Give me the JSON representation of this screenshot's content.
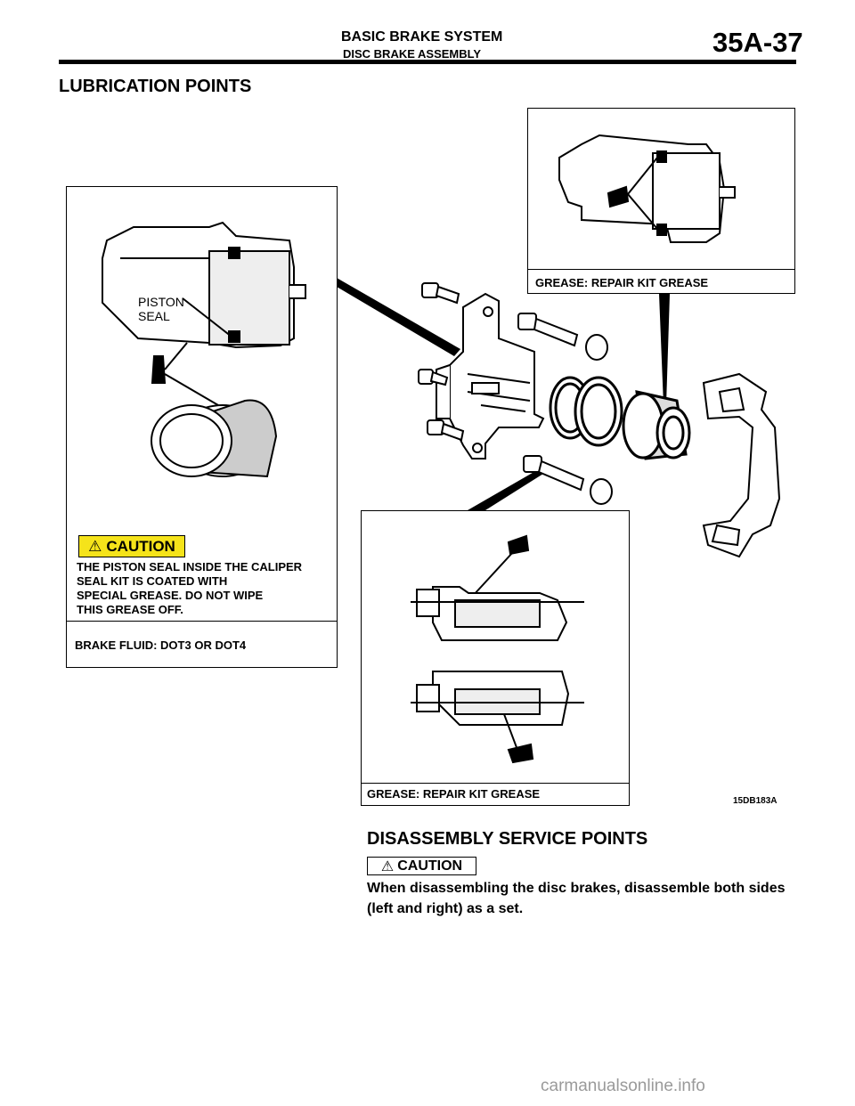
{
  "header": {
    "title": "BASIC BRAKE SYSTEM",
    "subtitle": "DISC BRAKE ASSEMBLY",
    "page_number": "35A-37"
  },
  "lubrication": {
    "heading": "LUBRICATION POINTS",
    "top_right_box_label": "GREASE: REPAIR KIT GREASE",
    "left_box": {
      "piston_label_line1": "PISTON",
      "piston_label_line2": "SEAL",
      "caution_badge": "CAUTION",
      "caution_lines": [
        "THE PISTON SEAL INSIDE THE CALIPER",
        "SEAL KIT IS COATED WITH",
        "SPECIAL GREASE. DO NOT WIPE",
        "THIS GREASE OFF."
      ],
      "fluid_label": "BRAKE FLUID: DOT3 OR DOT4"
    },
    "bottom_box_label": "GREASE: REPAIR KIT GREASE",
    "figure_code": "15DB183A"
  },
  "disassembly": {
    "heading": "DISASSEMBLY SERVICE POINTS",
    "caution_label": "CAUTION",
    "text": "When disassembling the disc brakes, disassemble both sides (left and right) as a set."
  },
  "watermark": "carmanualsonline.info",
  "colors": {
    "caution_yellow": "#f5e31a",
    "ink": "#000000",
    "watermark": "#9a9a9a"
  }
}
